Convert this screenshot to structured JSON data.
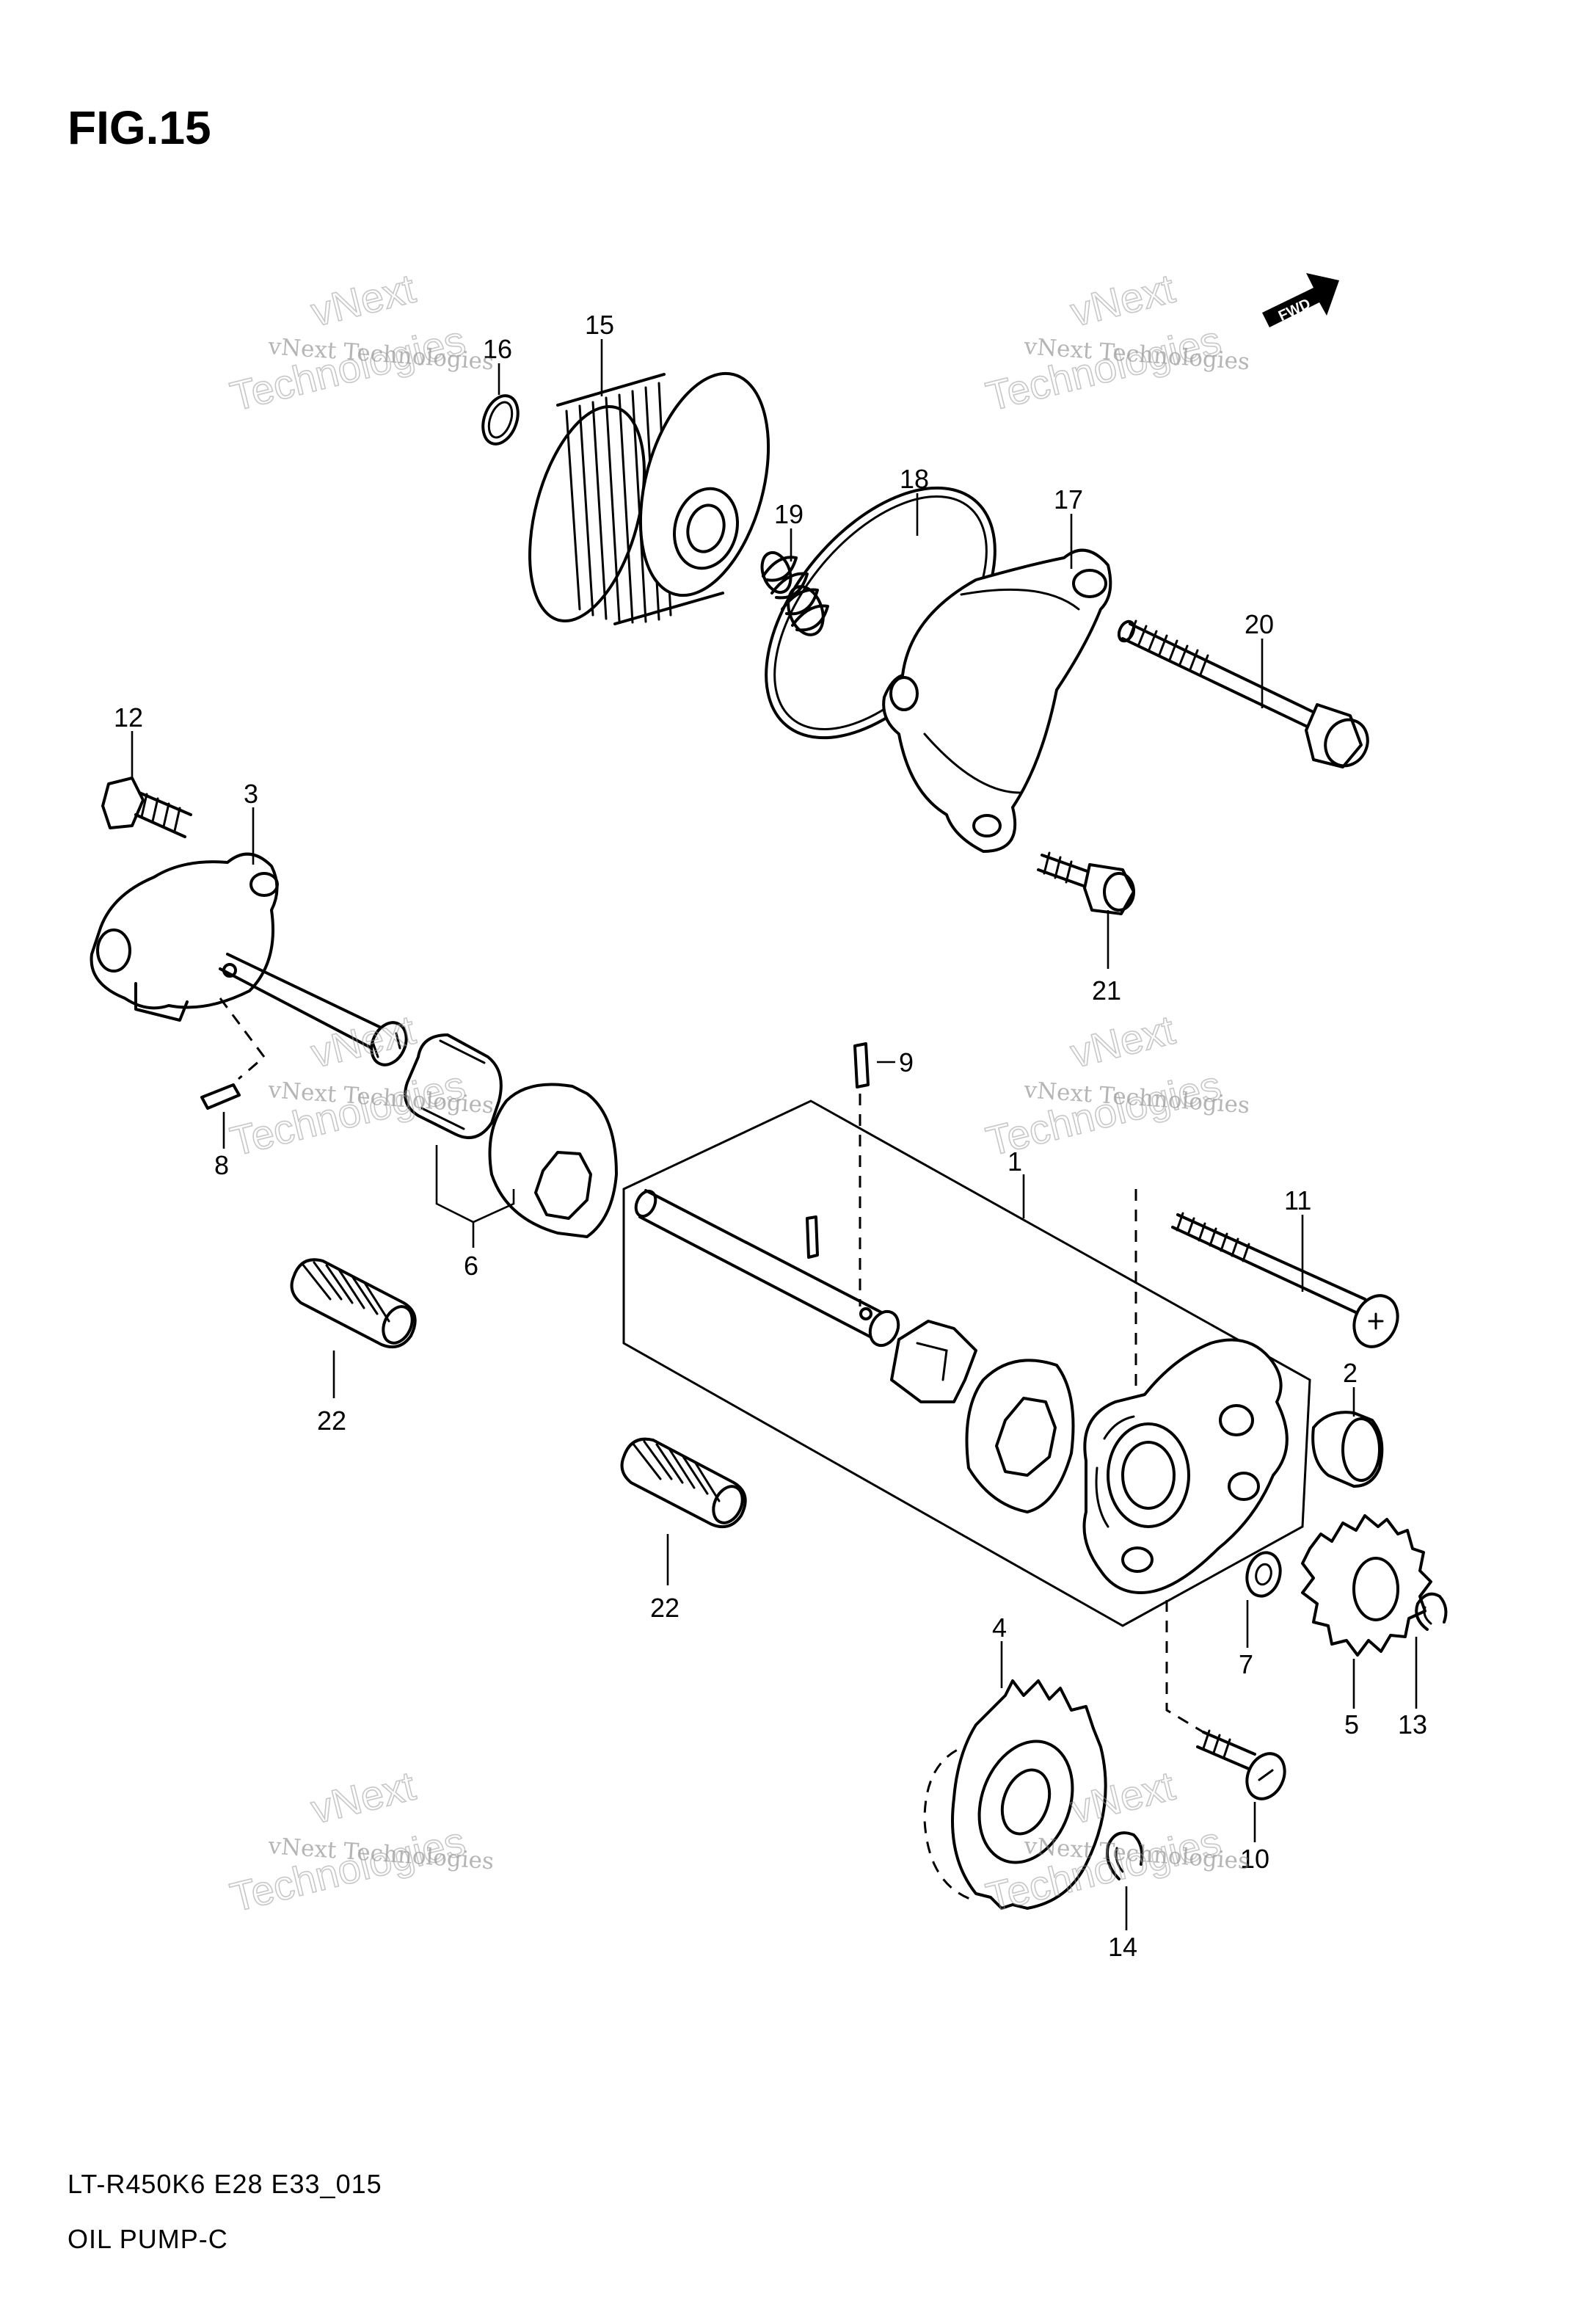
{
  "figure": {
    "title": "FIG.15"
  },
  "footer": {
    "model_code": "LT-R450K6 E28 E33_015",
    "section_name": "OIL PUMP-C"
  },
  "fwd_arrow": {
    "label": "FWD"
  },
  "watermark": {
    "line1": "vNext Technologies",
    "line2": "Technologies",
    "line3": "vNext"
  },
  "callouts": {
    "p1": "1",
    "p2": "2",
    "p3": "3",
    "p4": "4",
    "p5": "5",
    "p6": "6",
    "p7": "7",
    "p8": "8",
    "p9": "9",
    "p10": "10",
    "p11": "11",
    "p12": "12",
    "p13": "13",
    "p14": "14",
    "p15": "15",
    "p16": "16",
    "p17": "17",
    "p18": "18",
    "p19": "19",
    "p20": "20",
    "p21": "21",
    "p22a": "22",
    "p22b": "22"
  }
}
